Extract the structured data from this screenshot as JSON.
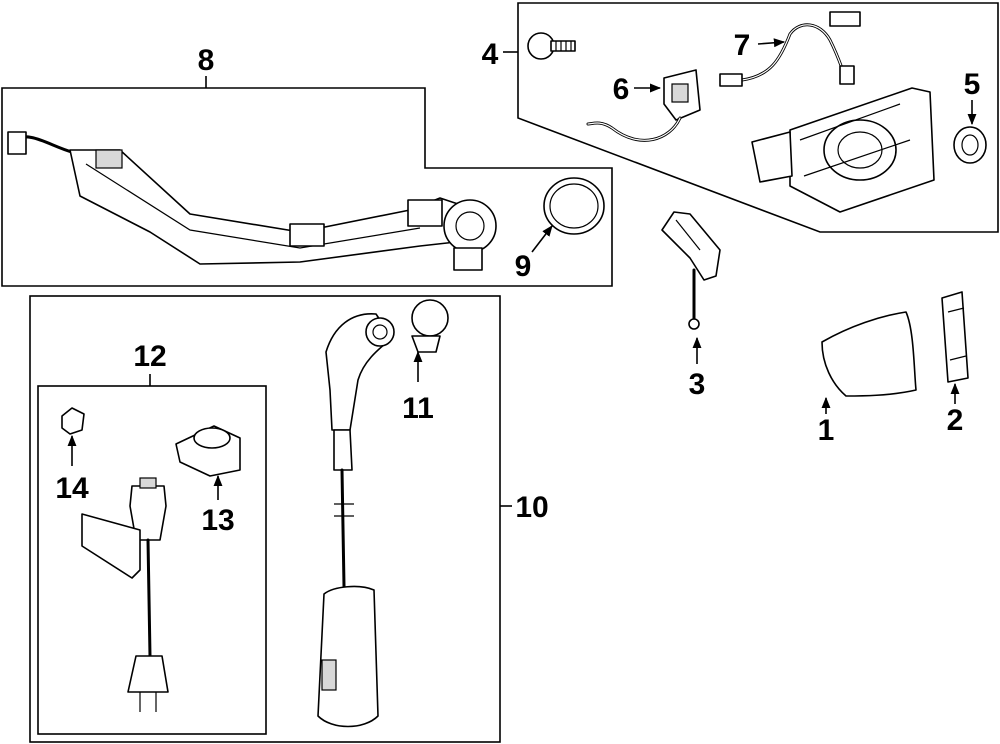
{
  "callouts": {
    "c1": "1",
    "c2": "2",
    "c3": "3",
    "c4": "4",
    "c5": "5",
    "c6": "6",
    "c7": "7",
    "c8": "8",
    "c9": "9",
    "c10": "10",
    "c11": "11",
    "c12": "12",
    "c13": "13",
    "c14": "14"
  },
  "colors": {
    "line": "#000000",
    "background": "#ffffff",
    "shade": "#d8d8d8"
  }
}
